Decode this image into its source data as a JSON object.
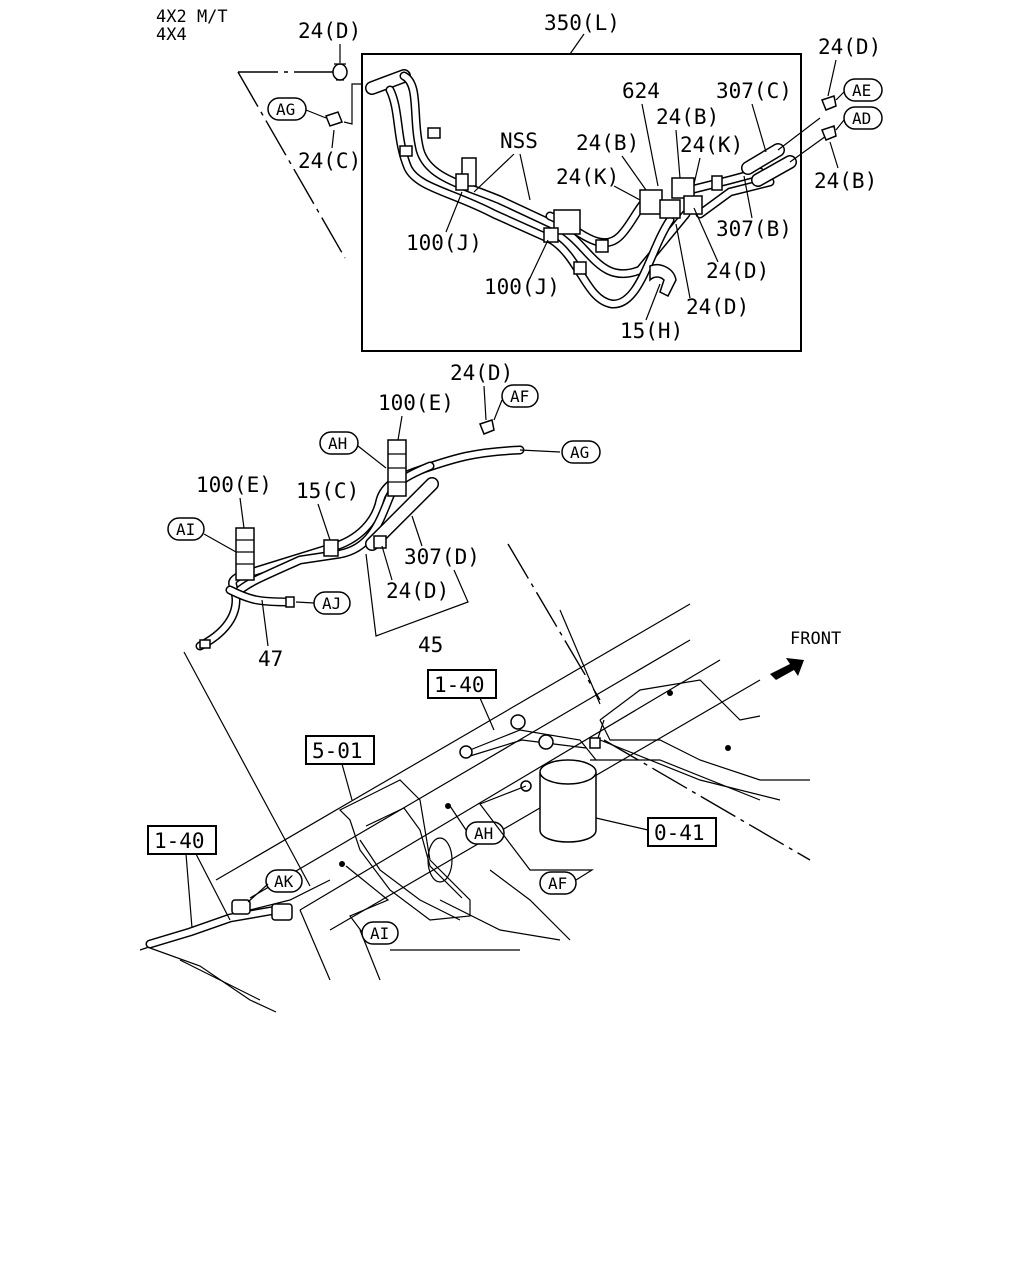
{
  "variant": {
    "line1": "4X2  M/T",
    "line2": "4X4"
  },
  "labels": {
    "p24d_top": "24(D)",
    "p350l": "350(L)",
    "p24c": "24(C)",
    "p624": "624",
    "p307c": "307(C)",
    "p24d_right": "24(D)",
    "nss": "NSS",
    "p24b_a": "24(B)",
    "p24b_b": "24(B)",
    "p24k_a": "24(K)",
    "p24k_b": "24(K)",
    "p24b_right": "24(B)",
    "p307b": "307(B)",
    "p100j_a": "100(J)",
    "p100j_b": "100(J)",
    "p24d_c": "24(D)",
    "p24d_d": "24(D)",
    "p15h": "15(H)",
    "p24d_mid": "24(D)",
    "p100e_top": "100(E)",
    "p100e_left": "100(E)",
    "p15c": "15(C)",
    "p307d": "307(D)",
    "p24d_low": "24(D)",
    "p45": "45",
    "p47": "47",
    "front": "FRONT"
  },
  "callouts": {
    "ag_top": "AG",
    "ae": "AE",
    "ad": "AD",
    "af_mid": "AF",
    "ah_mid": "AH",
    "ag_mid": "AG",
    "ai_mid": "AI",
    "aj": "AJ",
    "ak": "AK",
    "ah_low": "AH",
    "af_low": "AF",
    "ai_low": "AI"
  },
  "refs": {
    "r140_top": "1-40",
    "r501": "5-01",
    "r041": "0-41",
    "r140_left": "1-40"
  }
}
